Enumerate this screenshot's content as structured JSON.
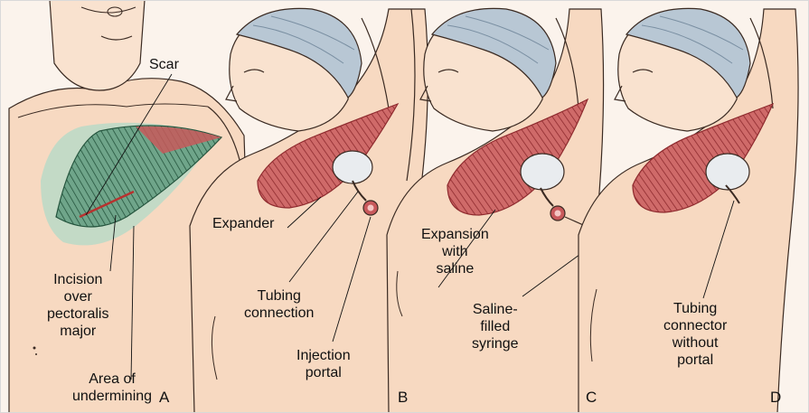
{
  "figure": {
    "panels": [
      {
        "letter": "A",
        "labels": {
          "scar": "Scar",
          "incision": "Incision\nover\npectoralis\nmajor",
          "undermining": "Area of\nundermining"
        }
      },
      {
        "letter": "B",
        "labels": {
          "expander": "Expander",
          "tubing": "Tubing\nconnection",
          "portal": "Injection\nportal"
        }
      },
      {
        "letter": "C",
        "labels": {
          "expansion": "Expansion\nwith\nsaline",
          "syringe": "Saline-\nfilled\nsyringe"
        }
      },
      {
        "letter": "D",
        "labels": {
          "connector": "Tubing\nconnector\nwithout\nportal"
        }
      }
    ],
    "colors": {
      "skin": "#f7d9c1",
      "skin_light": "#fbe9da",
      "muscle": "#c8595b",
      "muscle_dark": "#8e2a2e",
      "undermined_area": "#3f7f5f",
      "cap": "#b8c7d4",
      "outline": "#3a2a22"
    },
    "icons": [
      "surgical-cap-icon",
      "syringe-icon",
      "injection-port-icon",
      "tissue-expander-icon"
    ]
  }
}
